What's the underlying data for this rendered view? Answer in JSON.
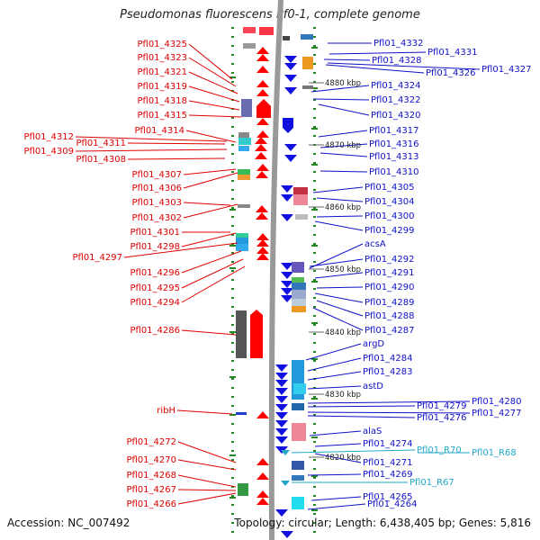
{
  "title": "Pseudomonas fluorescens Pf0-1, complete genome",
  "accession_label": "Accession: NC_007492",
  "topology_label": "Topology: circular; Length: 6,438,405 bp; Genes: 5,816",
  "colors": {
    "left_label": "#e00000",
    "right_label": "#1010c8",
    "rna_label": "#22a9c9",
    "reverse_strand_arrow": "#1010e0",
    "forward_strand_arrow": "#ff0000",
    "backbone": "#999999",
    "tick": "#228822"
  },
  "kbp_marks": [
    "4880 kbp",
    "4870 kbp",
    "4860 kbp",
    "4850 kbp",
    "4840 kbp",
    "4830 kbp",
    "4820 kbp"
  ],
  "left_labels": [
    "Pfl01_4325",
    "Pfl01_4323",
    "Pfl01_4321",
    "Pfl01_4319",
    "Pfl01_4318",
    "Pfl01_4315",
    "Pfl01_4314",
    "Pfl01_4312",
    "Pfl01_4311",
    "Pfl01_4309",
    "Pfl01_4308",
    "Pfl01_4307",
    "Pfl01_4306",
    "Pfl01_4303",
    "Pfl01_4302",
    "Pfl01_4301",
    "Pfl01_4298",
    "Pfl01_4297",
    "Pfl01_4296",
    "Pfl01_4295",
    "Pfl01_4294",
    "Pfl01_4286",
    "ribH",
    "Pfl01_4272",
    "Pfl01_4270",
    "Pfl01_4268",
    "Pfl01_4267",
    "Pfl01_4266"
  ],
  "right_labels": [
    "Pfl01_4332",
    "Pfl01_4331",
    "Pfl01_4328",
    "Pfl01_4327",
    "Pfl01_4326",
    "Pfl01_4324",
    "Pfl01_4322",
    "Pfl01_4320",
    "Pfl01_4317",
    "Pfl01_4316",
    "Pfl01_4313",
    "Pfl01_4310",
    "Pfl01_4305",
    "Pfl01_4304",
    "Pfl01_4300",
    "Pfl01_4299",
    "acsA",
    "Pfl01_4292",
    "Pfl01_4291",
    "Pfl01_4290",
    "Pfl01_4289",
    "Pfl01_4288",
    "Pfl01_4287",
    "argD",
    "Pfl01_4284",
    "Pfl01_4283",
    "astD",
    "Pfl01_4280",
    "Pfl01_4279",
    "Pfl01_4277",
    "Pfl01_4276",
    "alaS",
    "Pfl01_4274",
    "Pfl01_4271",
    "Pfl01_4269",
    "Pfl01_4265",
    "Pfl01_4264"
  ],
  "rna_labels": [
    "Pfl01_R70",
    "Pfl01_R68",
    "Pfl01_R67"
  ]
}
